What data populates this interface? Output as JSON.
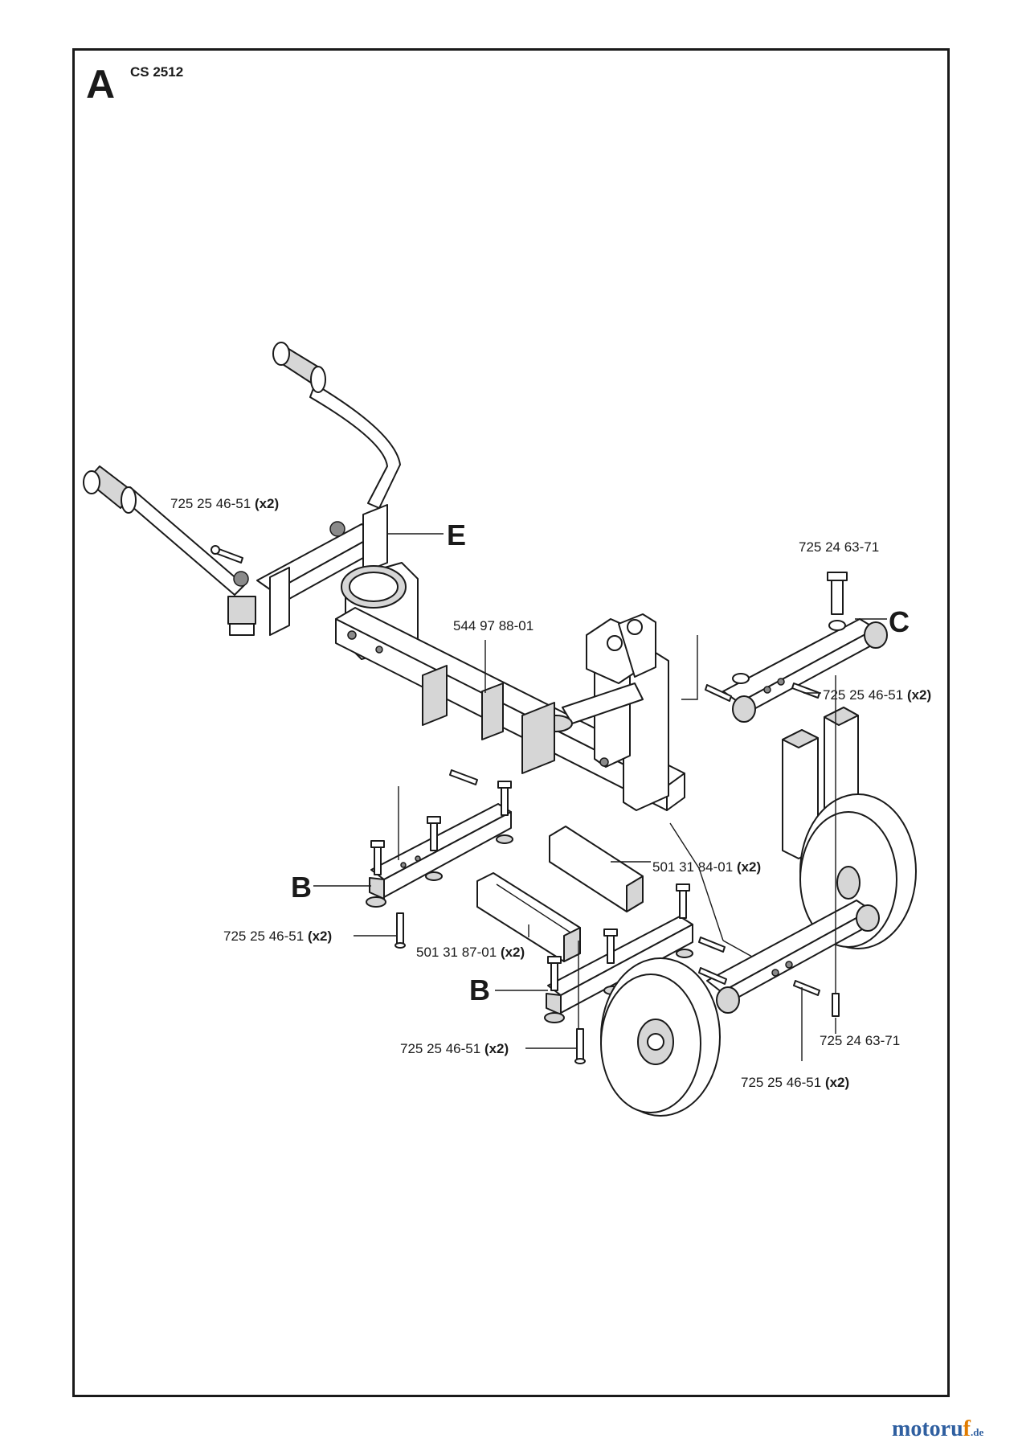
{
  "header": {
    "section_letter": "A",
    "model": "CS 2512"
  },
  "refs": {
    "e": "E",
    "c": "C",
    "b1": "B",
    "b2": "B"
  },
  "labels": {
    "l1": {
      "part": "725 25 46-51",
      "qty": "(x2)"
    },
    "l2": {
      "part": "725 24 63-71",
      "qty": ""
    },
    "l3": {
      "part": "544 97 88-01",
      "qty": ""
    },
    "l4": {
      "part": "725 25 46-51",
      "qty": "(x2)"
    },
    "l5": {
      "part": "501 31 84-01",
      "qty": "(x2)"
    },
    "l6": {
      "part": "725 25 46-51",
      "qty": "(x2)"
    },
    "l7": {
      "part": "501 31 87-01",
      "qty": "(x2)"
    },
    "l8": {
      "part": "725 25 46-51",
      "qty": "(x2)"
    },
    "l9": {
      "part": "725 24 63-71",
      "qty": ""
    },
    "l10": {
      "part": "725 25 46-51",
      "qty": "(x2)"
    }
  },
  "watermark": {
    "brand_a": "motoru",
    "brand_b": "f",
    "tld": ".de"
  },
  "colors": {
    "line": "#1a1a1a",
    "watermark_blue": "#2f5fa0",
    "watermark_orange": "#e07b00"
  }
}
